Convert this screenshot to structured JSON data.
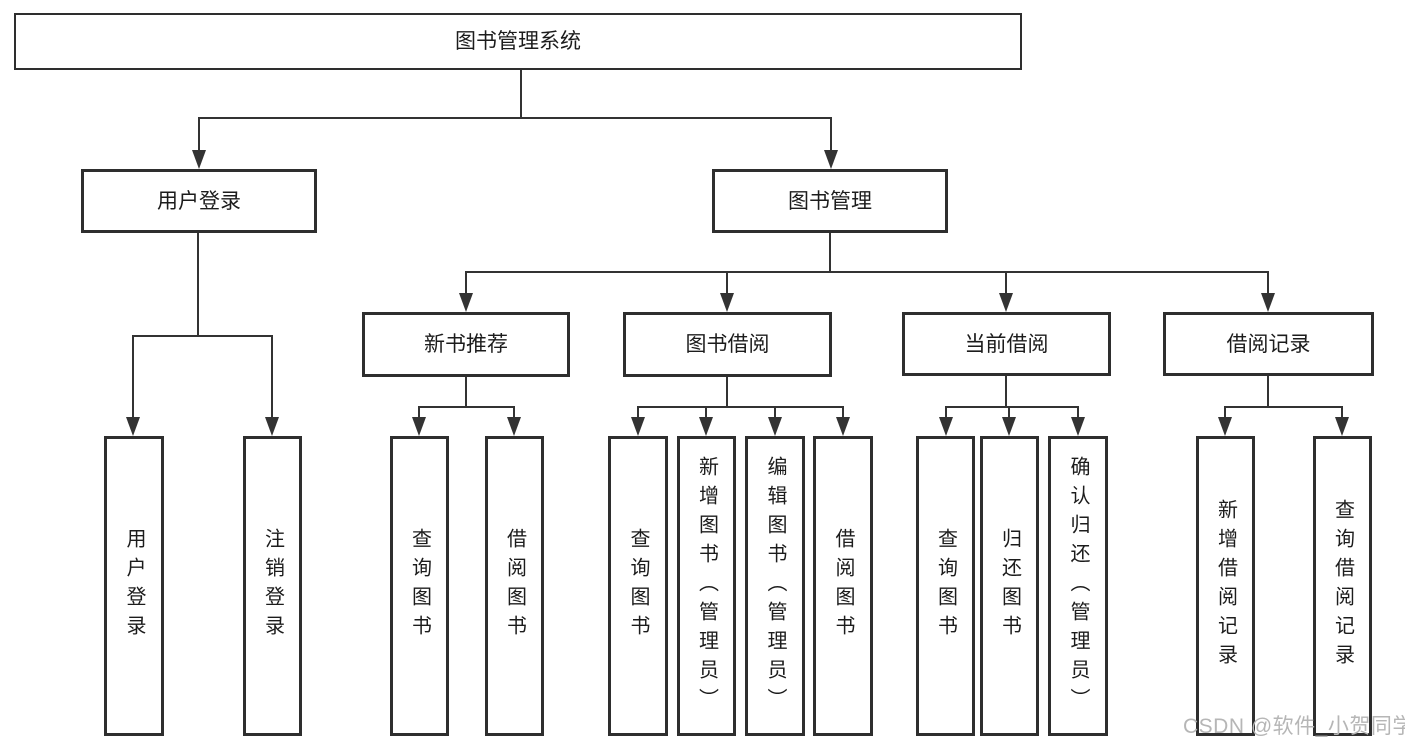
{
  "nodes": {
    "root": "图书管理系统",
    "user_login": "用户登录",
    "book_mgmt": "图书管理",
    "new_book_rec": "新书推荐",
    "book_borrow": "图书借阅",
    "current_borrow": "当前借阅",
    "borrow_record": "借阅记录",
    "ul_login": "用户登录",
    "ul_logout": "注销登录",
    "nbr_query": "查询图书",
    "nbr_borrow": "借阅图书",
    "bb_query": "查询图书",
    "bb_add": "新增图书（管理员）",
    "bb_edit": "编辑图书（管理员）",
    "bb_borrow": "借阅图书",
    "cb_query": "查询图书",
    "cb_return": "归还图书",
    "cb_confirm": "确认归还（管理员）",
    "br_add": "新增借阅记录",
    "br_query": "查询借阅记录"
  },
  "structure": {
    "图书管理系统": [
      "用户登录",
      "图书管理"
    ],
    "用户登录": [
      "用户登录",
      "注销登录"
    ],
    "图书管理": [
      "新书推荐",
      "图书借阅",
      "当前借阅",
      "借阅记录"
    ],
    "新书推荐": [
      "查询图书",
      "借阅图书"
    ],
    "图书借阅": [
      "查询图书",
      "新增图书（管理员）",
      "编辑图书（管理员）",
      "借阅图书"
    ],
    "当前借阅": [
      "查询图书",
      "归还图书",
      "确认归还（管理员）"
    ],
    "借阅记录": [
      "新增借阅记录",
      "查询借阅记录"
    ]
  },
  "watermark": "CSDN @软件_小贺同学",
  "colors": {
    "line": "#333333",
    "box_border": "#2e2e2e",
    "text": "#1c1c1c",
    "watermark": "#b6b6b6",
    "background": "#ffffff"
  }
}
